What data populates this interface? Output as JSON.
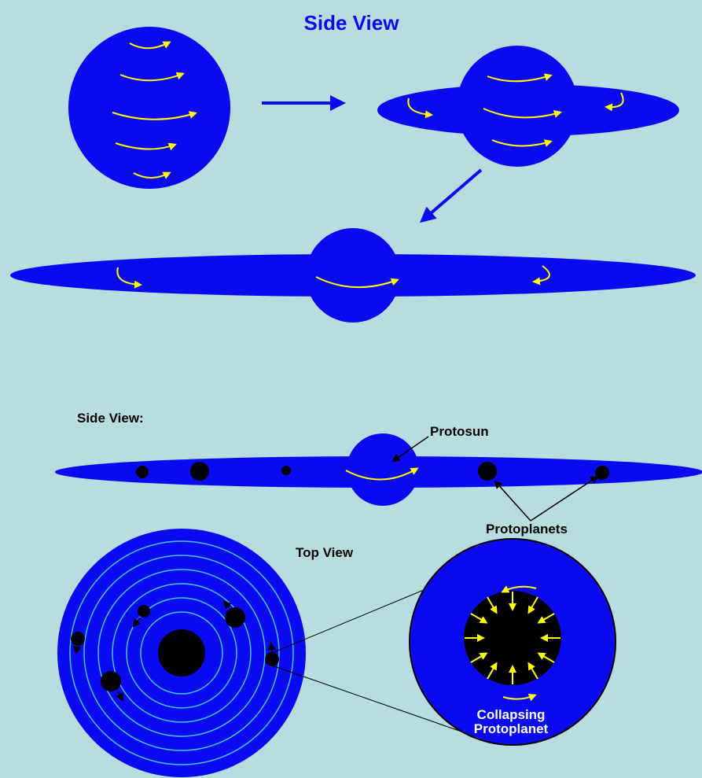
{
  "labels": {
    "title_top": "Side View",
    "side_view_bottom": "Side View:",
    "protosun": "Protosun",
    "protoplanets": "Protoplanets",
    "top_view": "Top View",
    "collapsing_line1": "Collapsing",
    "collapsing_line2": "Protoplanet"
  },
  "colors": {
    "background": "#b8dde0",
    "body_blue": "#0a0af0",
    "rotation_arrow": "#ffff00",
    "orbit": "#40c8ff",
    "protoplanet": "#000000",
    "stage_arrow": "#0a0af0",
    "title_text": "#0a0af0",
    "inner_label_text": "#ffffff"
  }
}
